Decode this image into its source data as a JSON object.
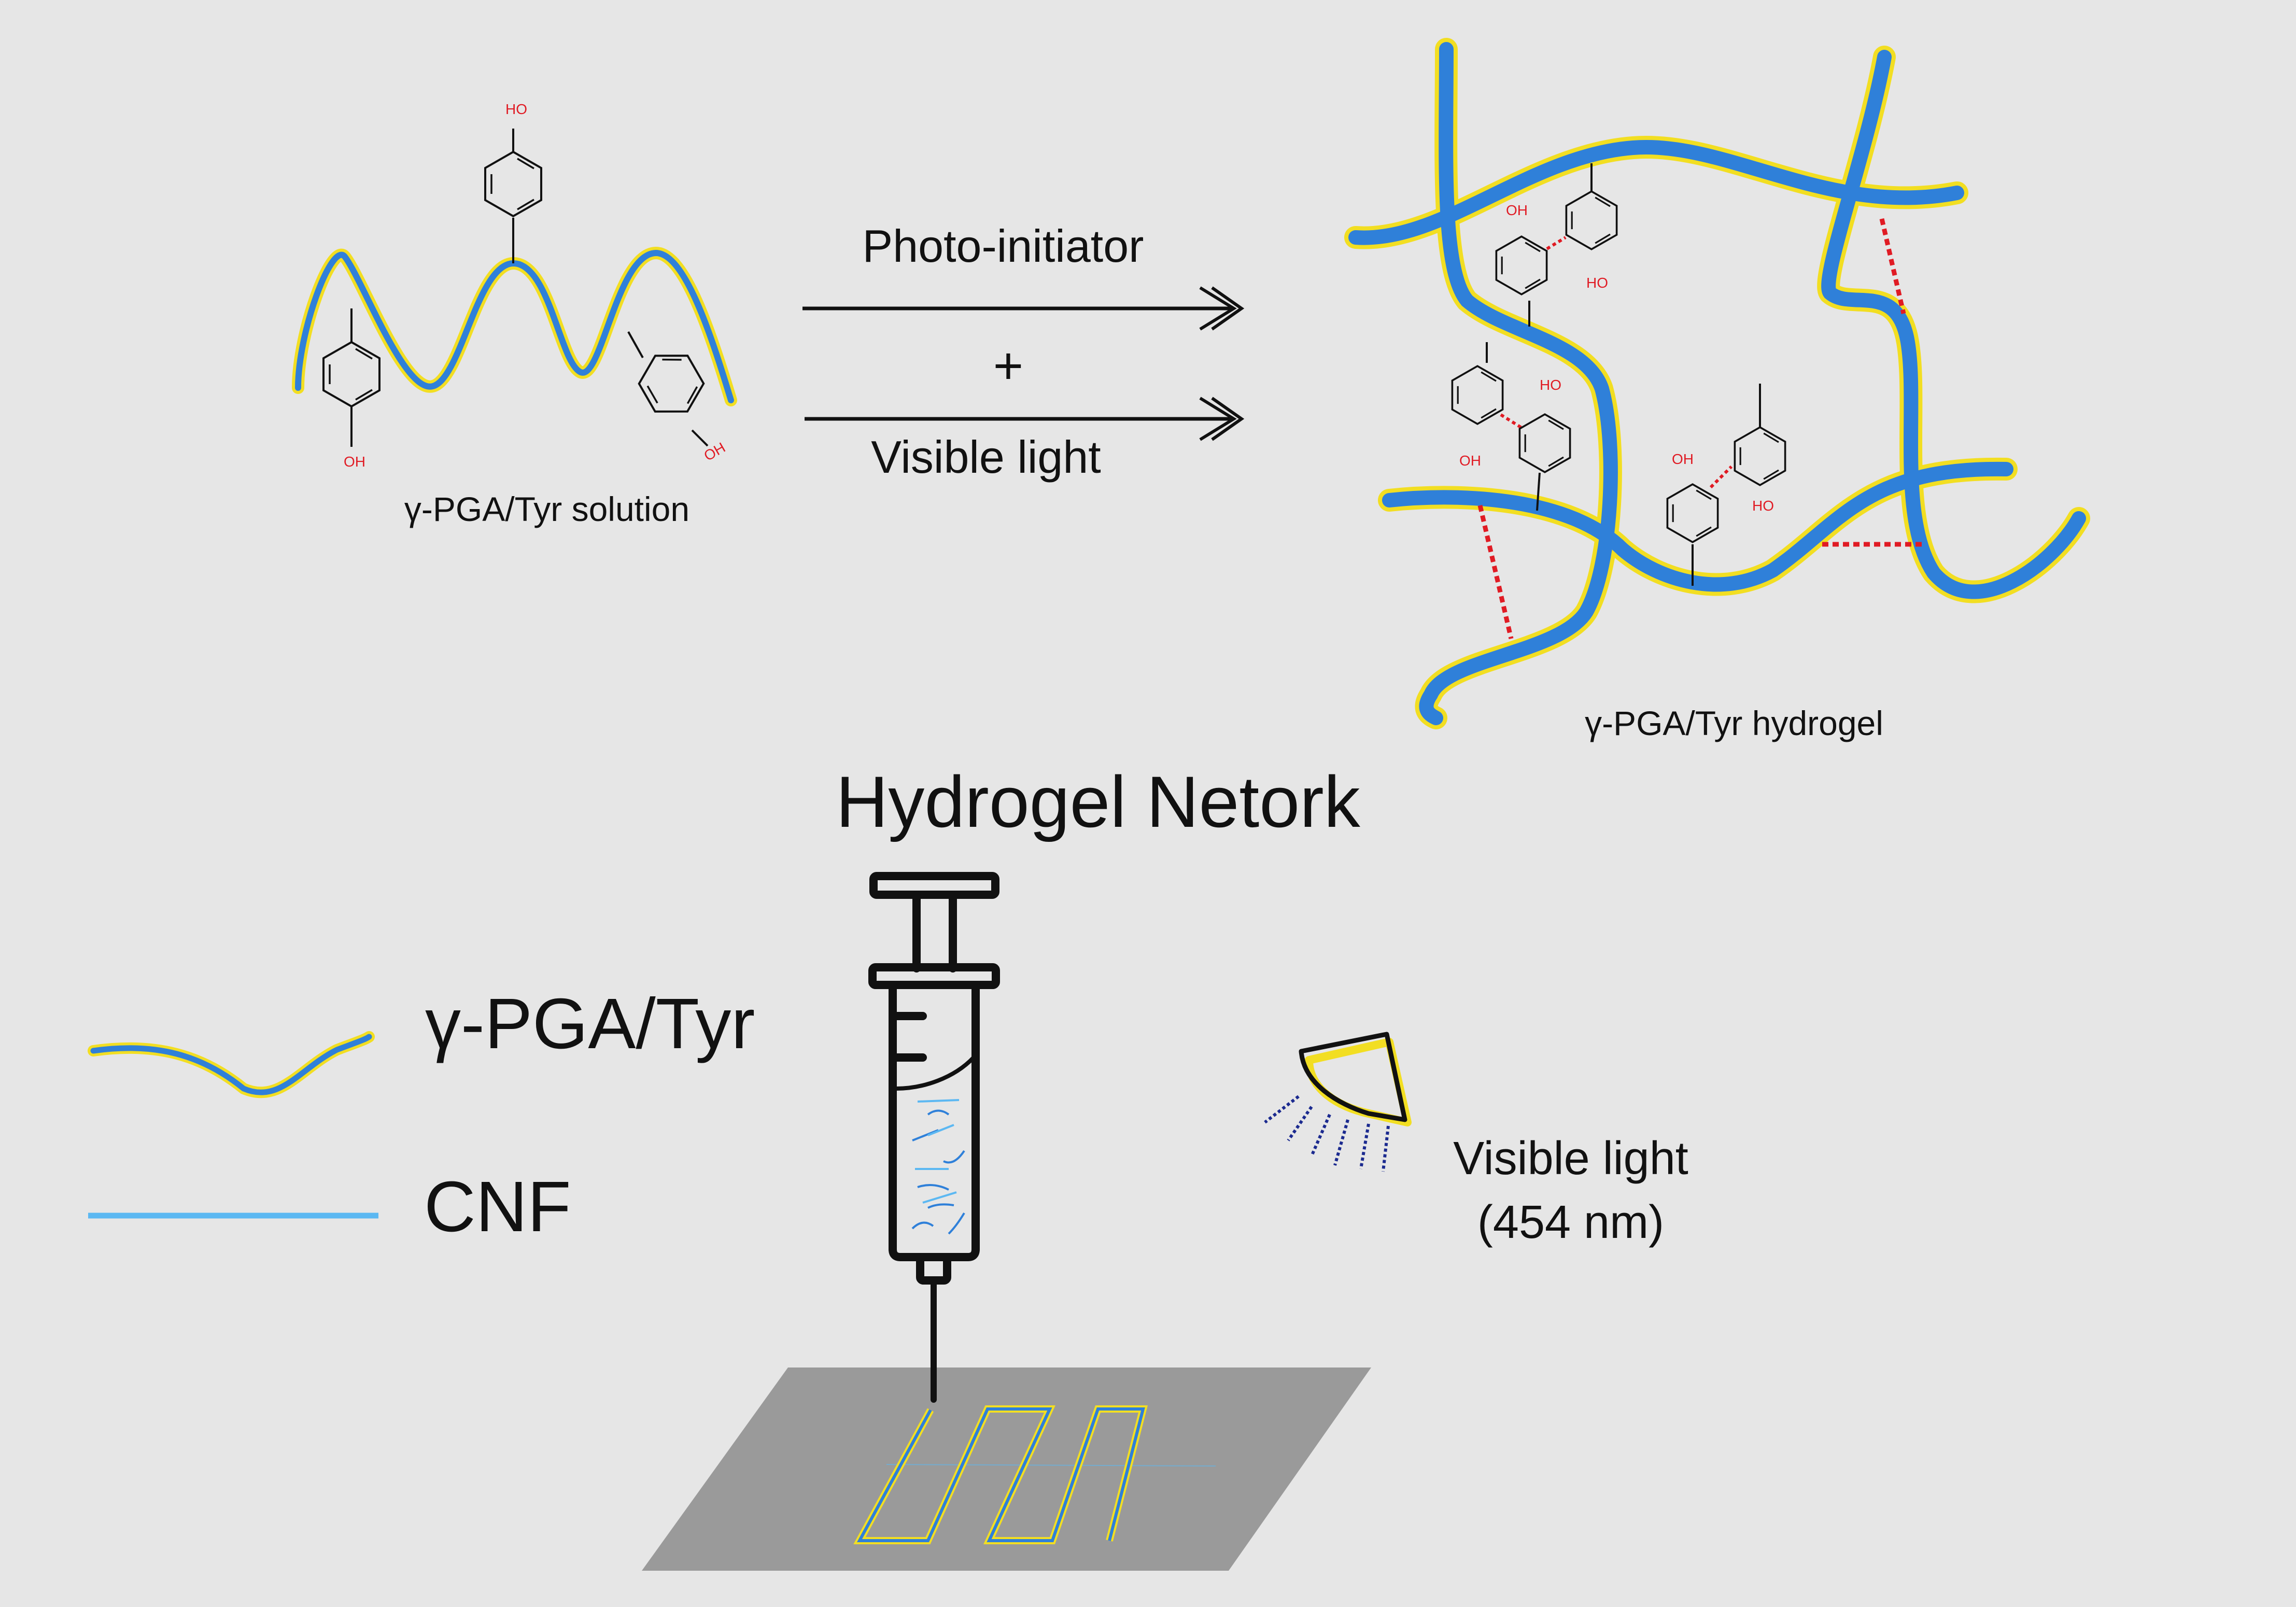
{
  "diagram": {
    "solution_label": "γ-PGA/Tyr solution",
    "reaction": {
      "top_label": "Photo-initiator",
      "plus": "+",
      "bottom_label": "Visible light"
    },
    "hydrogel_label": "γ-PGA/Tyr hydrogel",
    "section_title": "Hydrogel Netork",
    "group_labels": {
      "hydroxyl": "OH",
      "hydroxyl_top": "HO"
    },
    "legend": {
      "polymer": "γ-PGA/Tyr",
      "fiber": "CNF"
    },
    "light": {
      "line1": "Visible light",
      "line2": "(454 nm)"
    },
    "colors": {
      "background": "#e6e6e6",
      "polymer_core": "#2f80d9",
      "polymer_halo": "#f2de22",
      "fiber": "#5cb8f2",
      "crosslink": "#e01b24",
      "platform": "#9a9a9a",
      "light_ray": "#1b2a8f"
    }
  }
}
